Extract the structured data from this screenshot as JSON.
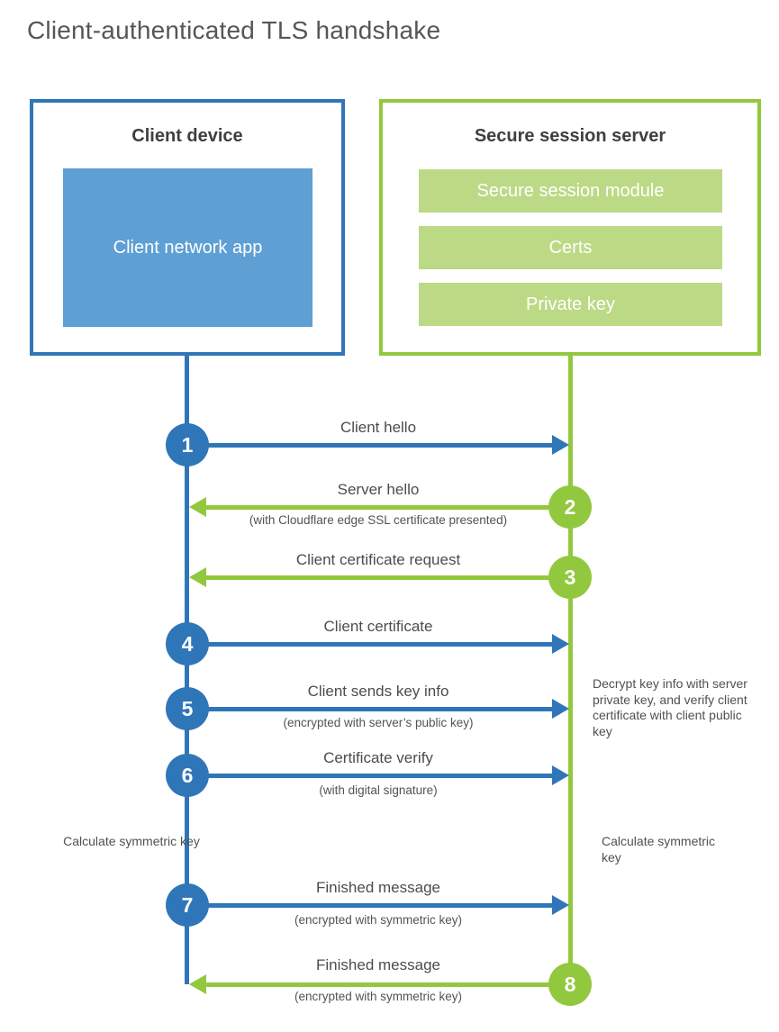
{
  "title": "Client-authenticated TLS handshake",
  "colors": {
    "blue": "#2F76B9",
    "blue_fill": "#5E9FD4",
    "green": "#92C83E",
    "green_fill": "#BCD985",
    "title_gray": "#55565A",
    "heading_dark": "#3E3F41",
    "label_gray": "#4B4C4E"
  },
  "client_box": {
    "title": "Client device",
    "app_label": "Client network app"
  },
  "server_box": {
    "title": "Secure session server",
    "modules": [
      "Secure session module",
      "Certs",
      "Private key"
    ]
  },
  "steps": [
    {
      "num": "1",
      "actor": "client",
      "direction": "right",
      "label": "Client hello",
      "sublabel": ""
    },
    {
      "num": "2",
      "actor": "server",
      "direction": "left",
      "label": "Server hello",
      "sublabel": "(with Cloudflare edge SSL certificate presented)"
    },
    {
      "num": "3",
      "actor": "server",
      "direction": "left",
      "label": "Client certificate request",
      "sublabel": ""
    },
    {
      "num": "4",
      "actor": "client",
      "direction": "right",
      "label": "Client certificate",
      "sublabel": ""
    },
    {
      "num": "5",
      "actor": "client",
      "direction": "right",
      "label": "Client sends key info",
      "sublabel": "(encrypted with server’s public key)"
    },
    {
      "num": "6",
      "actor": "client",
      "direction": "right",
      "label": "Certificate verify",
      "sublabel": "(with digital signature)"
    },
    {
      "num": "7",
      "actor": "client",
      "direction": "right",
      "label": "Finished message",
      "sublabel": "(encrypted with symmetric key)"
    },
    {
      "num": "8",
      "actor": "server",
      "direction": "left",
      "label": "Finished message",
      "sublabel": "(encrypted with symmetric key)"
    }
  ],
  "notes": {
    "decrypt": "Decrypt key info with server private key, and verify client certificate with client public key",
    "calc_left": "Calculate symmetric key",
    "calc_right": "Calculate symmetric key"
  }
}
